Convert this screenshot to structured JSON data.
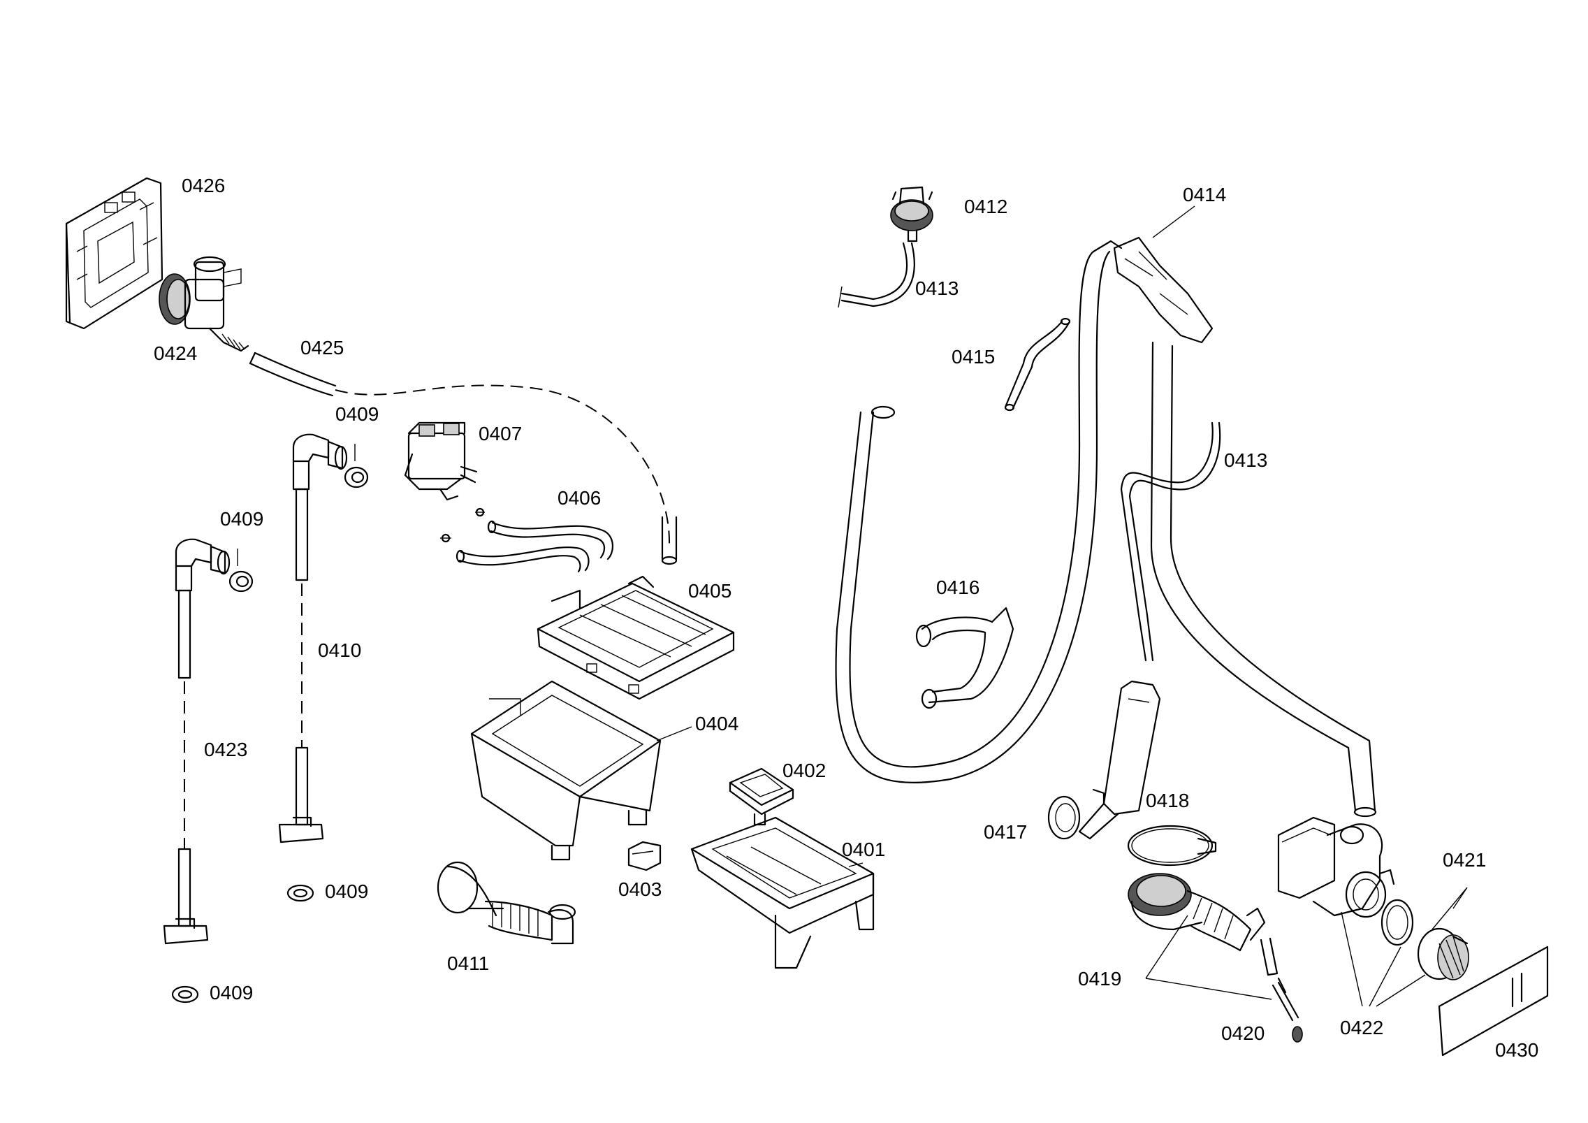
{
  "labels": {
    "p0401": "0401",
    "p0402": "0402",
    "p0403": "0403",
    "p0404": "0404",
    "p0405": "0405",
    "p0406": "0406",
    "p0407": "0407",
    "p0409a": "0409",
    "p0409b": "0409",
    "p0409c": "0409",
    "p0409d": "0409",
    "p0410": "0410",
    "p0411": "0411",
    "p0412": "0412",
    "p0413a": "0413",
    "p0413b": "0413",
    "p0414": "0414",
    "p0415": "0415",
    "p0416": "0416",
    "p0417": "0417",
    "p0418": "0418",
    "p0419": "0419",
    "p0420": "0420",
    "p0421": "0421",
    "p0422": "0422",
    "p0423": "0423",
    "p0424": "0424",
    "p0425": "0425",
    "p0426": "0426",
    "p0430": "0430"
  }
}
